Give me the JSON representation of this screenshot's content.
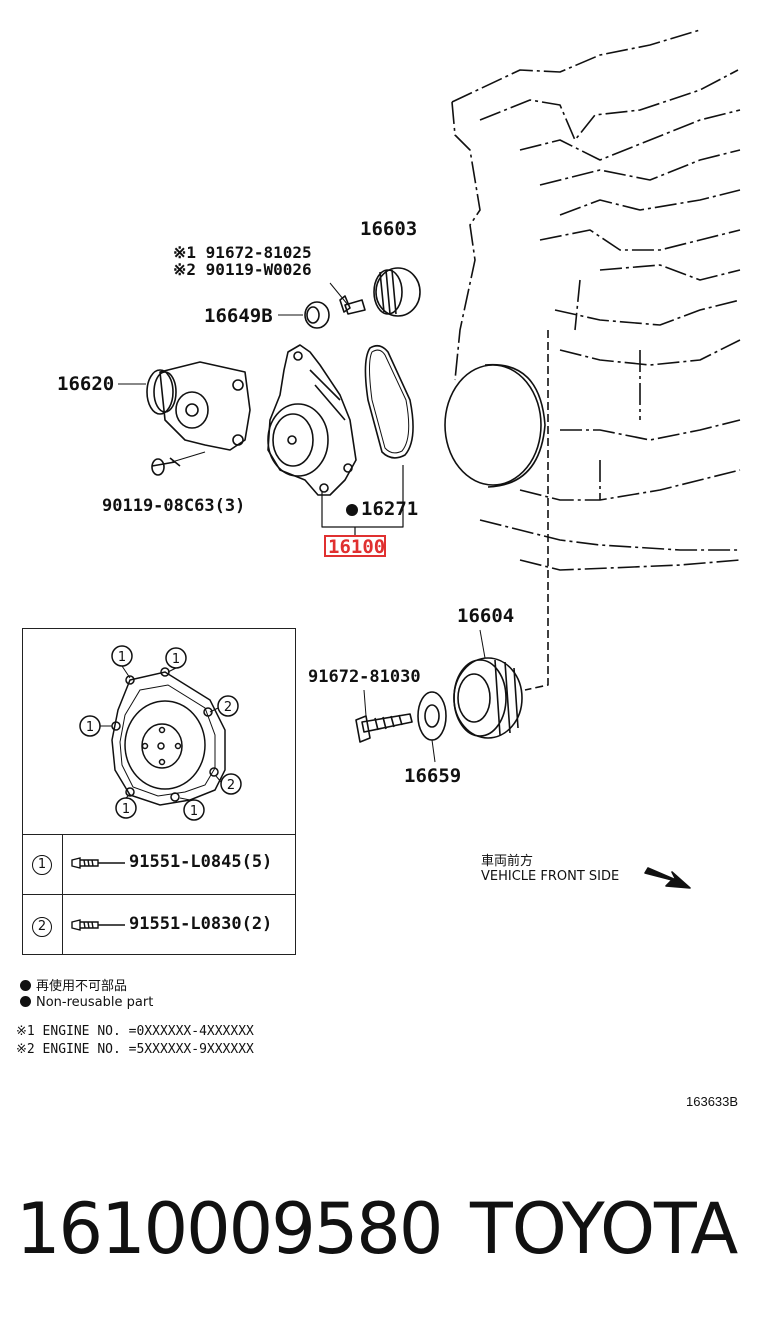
{
  "parts": {
    "p16603": "16603",
    "p91672_81025": "※1 91672-81025",
    "p90119_W0026": "※2 90119-W0026",
    "p16649B": "16649B",
    "p16620": "16620",
    "p90119_08C63": "90119-08C63(3)",
    "p16271": "16271",
    "p16100": "16100",
    "p16604": "16604",
    "p91672_81030": "91672-81030",
    "p16659": "16659"
  },
  "inset": {
    "row1_circle": "1",
    "row1_part": "91551-L0845(5)",
    "row2_circle": "2",
    "row2_part": "91551-L0830(2)",
    "callout_1": "1",
    "callout_2": "2"
  },
  "direction": {
    "jp": "車両前方",
    "en": "VEHICLE FRONT SIDE"
  },
  "legend": {
    "non_reusable_jp": "再使用不可部品",
    "non_reusable_en": "Non-reusable part"
  },
  "engine_notes": {
    "note1": "※1 ENGINE NO. =0XXXXXX-4XXXXXX",
    "note2": "※2 ENGINE NO. =5XXXXXX-9XXXXXX"
  },
  "figure_id": "163633B",
  "footer": {
    "part_number": "1610009580",
    "brand": "TOYOTA"
  },
  "highlight_color": "#e03030"
}
